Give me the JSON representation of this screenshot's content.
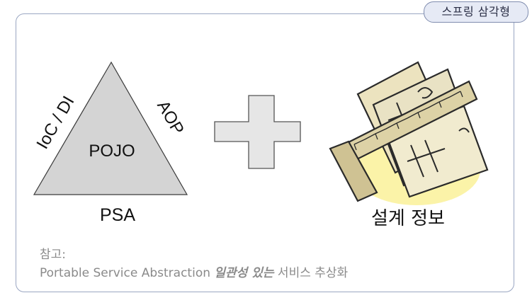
{
  "header": {
    "tab_label": "스프링 삼각형"
  },
  "triangle": {
    "center_label": "POJO",
    "left_side_label": "IoC / DI",
    "right_side_label": "AOP",
    "bottom_label": "PSA"
  },
  "design_info_label": "설계 정보",
  "note": {
    "label": "참고:",
    "prefix": "Portable Service Abstraction ",
    "emphasis": "일관성 있는",
    "suffix": " 서비스 추상화"
  },
  "colors": {
    "border": "#9aa6c2",
    "triangle_fill": "#d4d4d4",
    "plus_fill": "#e6e6e6",
    "paper_fill": "#ede6c2",
    "glow_fill": "#fbf3a8",
    "note_text": "#8a8a8a"
  },
  "icons": {
    "plus": "plus-icon",
    "design": "blueprint-ruler-clipart"
  }
}
